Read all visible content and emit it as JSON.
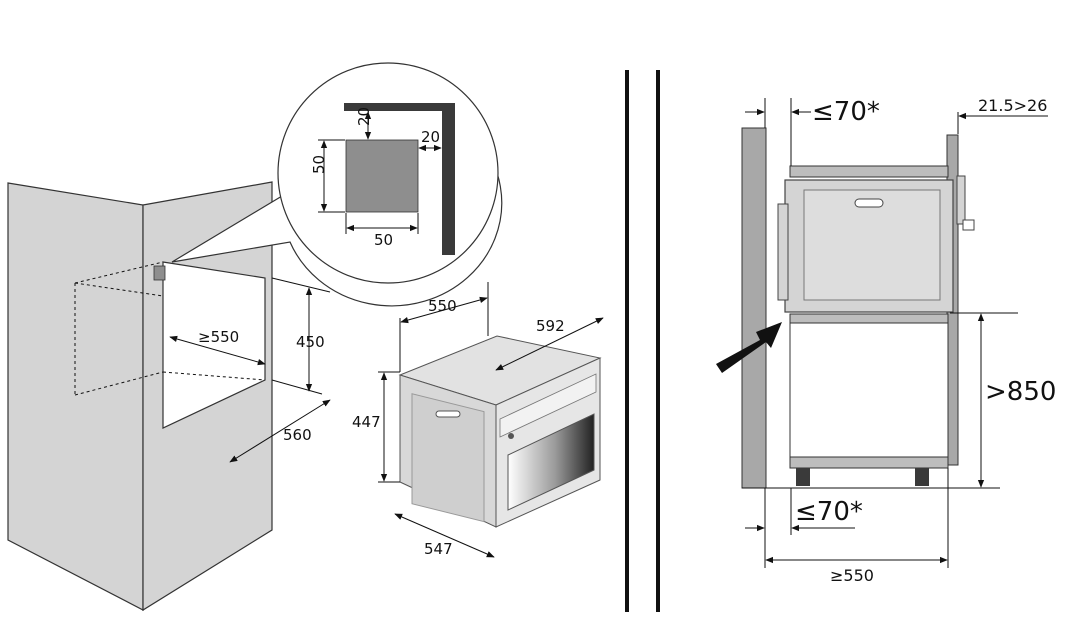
{
  "colors": {
    "cabinet_fill": "#d4d4d4",
    "cabinet_stroke": "#333333",
    "oven_fill": "#d8d8d8",
    "oven_stroke": "#555555",
    "dark": "#262626",
    "wall": "#a8a8a8",
    "vent_square": "#8e8e8e"
  },
  "left_view": {
    "detail": {
      "top_gap": "20",
      "side_gap": "20",
      "vent_height": "50",
      "vent_width": "50"
    },
    "niche": {
      "width": "≥550",
      "height": "450",
      "depth": "560"
    }
  },
  "oven_view": {
    "width": "550",
    "overall_width": "592",
    "height": "447",
    "depth": "547"
  },
  "right_view": {
    "top_clearance": "≤70*",
    "bottom_clearance": "≤70*",
    "front_protrusion": "21.5>26",
    "floor_height": ">850",
    "cabinet_depth": "≥550"
  },
  "icons": [
    "magnifier-callout",
    "installation-arrow"
  ]
}
